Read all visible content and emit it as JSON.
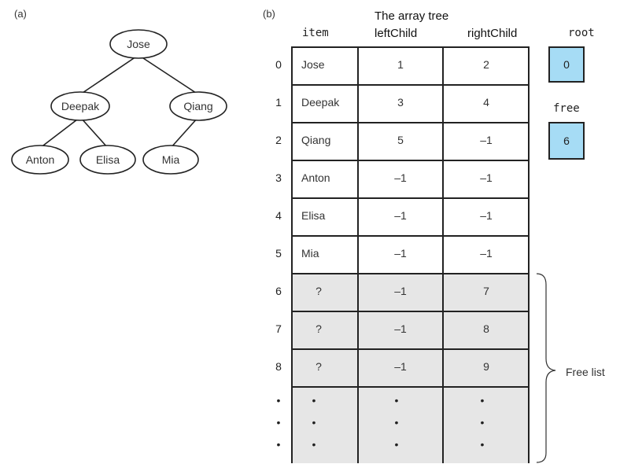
{
  "panel_a_label": "(a)",
  "panel_b_label": "(b)",
  "tree": {
    "nodes": [
      {
        "id": "jose",
        "label": "Jose"
      },
      {
        "id": "deepak",
        "label": "Deepak"
      },
      {
        "id": "qiang",
        "label": "Qiang"
      },
      {
        "id": "anton",
        "label": "Anton"
      },
      {
        "id": "elisa",
        "label": "Elisa"
      },
      {
        "id": "mia",
        "label": "Mia"
      }
    ],
    "edges": [
      [
        "jose",
        "deepak"
      ],
      [
        "jose",
        "qiang"
      ],
      [
        "deepak",
        "anton"
      ],
      [
        "deepak",
        "elisa"
      ],
      [
        "qiang",
        "mia"
      ]
    ]
  },
  "array": {
    "title": "The array tree",
    "col_item": "item",
    "col_left": "leftChild",
    "col_right": "rightChild",
    "rows": [
      {
        "index": "0",
        "item": "Jose",
        "left": "1",
        "right": "2",
        "free": false
      },
      {
        "index": "1",
        "item": "Deepak",
        "left": "3",
        "right": "4",
        "free": false
      },
      {
        "index": "2",
        "item": "Qiang",
        "left": "5",
        "right": "–1",
        "free": false
      },
      {
        "index": "3",
        "item": "Anton",
        "left": "–1",
        "right": "–1",
        "free": false
      },
      {
        "index": "4",
        "item": "Elisa",
        "left": "–1",
        "right": "–1",
        "free": false
      },
      {
        "index": "5",
        "item": "Mia",
        "left": "–1",
        "right": "–1",
        "free": false
      },
      {
        "index": "6",
        "item": "?",
        "left": "–1",
        "right": "7",
        "free": true
      },
      {
        "index": "7",
        "item": "?",
        "left": "–1",
        "right": "8",
        "free": true
      },
      {
        "index": "8",
        "item": "?",
        "left": "–1",
        "right": "9",
        "free": true
      }
    ],
    "ellipsis": "•"
  },
  "root": {
    "label": "root",
    "value": "0"
  },
  "free": {
    "label": "free",
    "value": "6"
  },
  "free_list_label": "Free list",
  "colors": {
    "box_fill": "#a6dcf5",
    "free_row_fill": "#e6e6e6",
    "border": "#222222"
  }
}
